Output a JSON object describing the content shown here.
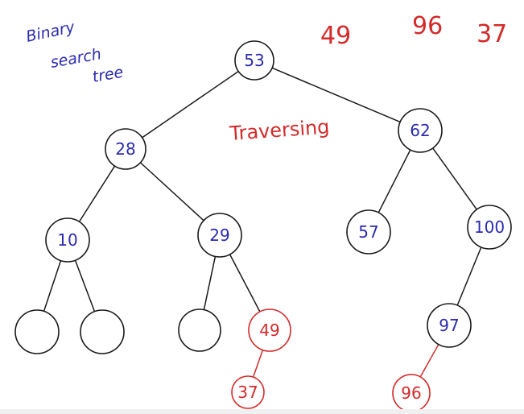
{
  "title": {
    "lines": [
      "Binary",
      "search",
      "tree"
    ]
  },
  "heading": "Traversing",
  "queue": [
    "49",
    "96",
    "37"
  ],
  "colors": {
    "ink": "#1a1a1a",
    "blue": "#2b2bb0",
    "red": "#d42a2a",
    "bottom_bar": "#f0f0f0"
  },
  "nodes": [
    {
      "id": "n53",
      "label": "53",
      "style": "blue"
    },
    {
      "id": "n28",
      "label": "28",
      "style": "blue"
    },
    {
      "id": "n62",
      "label": "62",
      "style": "blue"
    },
    {
      "id": "n10",
      "label": "10",
      "style": "blue"
    },
    {
      "id": "n29",
      "label": "29",
      "style": "blue"
    },
    {
      "id": "n57",
      "label": "57",
      "style": "blue"
    },
    {
      "id": "n100",
      "label": "100",
      "style": "blue"
    },
    {
      "id": "e1",
      "label": "",
      "style": "empty"
    },
    {
      "id": "e2",
      "label": "",
      "style": "empty"
    },
    {
      "id": "e3",
      "label": "",
      "style": "empty"
    },
    {
      "id": "n49",
      "label": "49",
      "style": "red"
    },
    {
      "id": "n97",
      "label": "97",
      "style": "blue"
    },
    {
      "id": "n37",
      "label": "37",
      "style": "red"
    },
    {
      "id": "n96",
      "label": "96",
      "style": "red"
    }
  ],
  "edges": [
    {
      "from": "n53",
      "to": "n28",
      "style": "black"
    },
    {
      "from": "n53",
      "to": "n62",
      "style": "black"
    },
    {
      "from": "n28",
      "to": "n10",
      "style": "black"
    },
    {
      "from": "n28",
      "to": "n29",
      "style": "black"
    },
    {
      "from": "n62",
      "to": "n57",
      "style": "black"
    },
    {
      "from": "n62",
      "to": "n100",
      "style": "black"
    },
    {
      "from": "n10",
      "to": "e1",
      "style": "black"
    },
    {
      "from": "n10",
      "to": "e2",
      "style": "black"
    },
    {
      "from": "n29",
      "to": "e3",
      "style": "black"
    },
    {
      "from": "n29",
      "to": "n49",
      "style": "black"
    },
    {
      "from": "n100",
      "to": "n97",
      "style": "black"
    },
    {
      "from": "n49",
      "to": "n37",
      "style": "red"
    },
    {
      "from": "n97",
      "to": "n96",
      "style": "red"
    }
  ]
}
